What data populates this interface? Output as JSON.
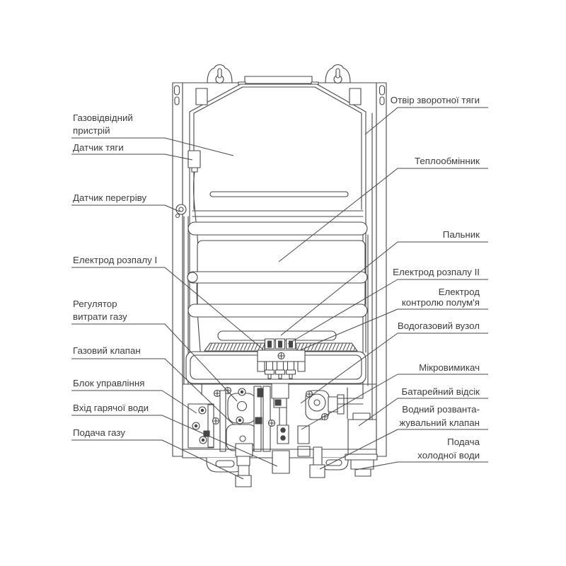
{
  "page": {
    "background_color": "#ffffff",
    "line_color": "#474747",
    "text_color": "#3b3b3b"
  },
  "diagram": {
    "labels_left": [
      {
        "lines": [
          "Газовідвідний",
          "пристрій"
        ]
      },
      {
        "lines": [
          "Датчик тяги"
        ]
      },
      {
        "lines": [
          "Датчик перегріву"
        ]
      },
      {
        "lines": [
          "Електрод розпалу I"
        ]
      },
      {
        "lines": [
          "Регулятор",
          "витрати газу"
        ]
      },
      {
        "lines": [
          "Газовий клапан"
        ]
      },
      {
        "lines": [
          "Блок управління"
        ]
      },
      {
        "lines": [
          "Вхід гарячої води"
        ]
      },
      {
        "lines": [
          "Подача газу"
        ]
      }
    ],
    "labels_right": [
      {
        "lines": [
          "Отвір зворотної тяги"
        ]
      },
      {
        "lines": [
          "Теплообмінник"
        ]
      },
      {
        "lines": [
          "Пальник"
        ]
      },
      {
        "lines": [
          "Електрод розпалу II"
        ]
      },
      {
        "lines": [
          "Електрод",
          "контролю полум'я"
        ]
      },
      {
        "lines": [
          "Водогазовий вузол"
        ]
      },
      {
        "lines": [
          "Мікровимикач"
        ]
      },
      {
        "lines": [
          "Батарейний відсік"
        ]
      },
      {
        "lines": [
          "Водний розванта-",
          "жувальний клапан"
        ]
      },
      {
        "lines": [
          "Подача",
          "холодної води"
        ]
      }
    ]
  }
}
